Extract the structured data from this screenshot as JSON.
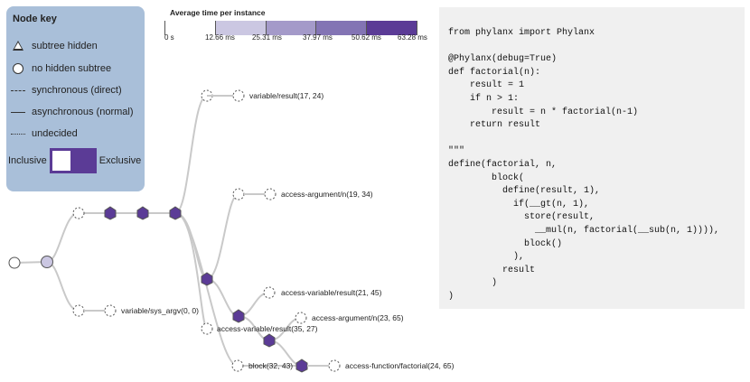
{
  "node_key": {
    "title": "Node key",
    "items": [
      {
        "symbol": "triangle",
        "label": "subtree hidden"
      },
      {
        "symbol": "circle",
        "label": "no hidden subtree"
      },
      {
        "symbol": "dashed-line",
        "label": "synchronous (direct)"
      },
      {
        "symbol": "solid-line",
        "label": "asynchronous (normal)"
      },
      {
        "symbol": "dotted-line",
        "label": "undecided"
      }
    ],
    "inclusive_label": "Inclusive",
    "exclusive_label": "Exclusive"
  },
  "color_scale": {
    "title": "Average time per instance",
    "ticks": [
      "0 s",
      "12.66 ms",
      "25.31 ms",
      "37.97 ms",
      "50.62 ms",
      "63.28 ms"
    ],
    "colors": [
      "#ffffff",
      "#cbc7e2",
      "#a49ac9",
      "#8374b4",
      "#5b3b96"
    ]
  },
  "tree_labels": {
    "variable_result": "variable/result(17, 24)",
    "access_argument_n_19": "access-argument/n(19, 34)",
    "access_variable_result_21": "access-variable/result(21, 45)",
    "access_argument_n_23": "access-argument/n(23, 65)",
    "access_variable_result_35": "access-variable/result(35, 27)",
    "variable_sys_argv": "variable/sys_argv(0, 0)",
    "block_32": "block(32, 43)",
    "access_function_factorial": "access-function/factorial(24, 65)"
  },
  "code": {
    "lines": [
      "from phylanx import Phylanx",
      "",
      "@Phylanx(debug=True)",
      "def factorial(n):",
      "    result = 1",
      "    if n > 1:",
      "        result = n * factorial(n-1)",
      "    return result",
      "",
      "\"\"\"",
      "define(factorial, n,",
      "        block(",
      "          define(result, 1),",
      "            if(__gt(n, 1),",
      "              store(result,",
      "                __mul(n, factorial(__sub(n, 1)))),",
      "              block()",
      "            ),",
      "          result",
      "        )",
      ")"
    ]
  }
}
